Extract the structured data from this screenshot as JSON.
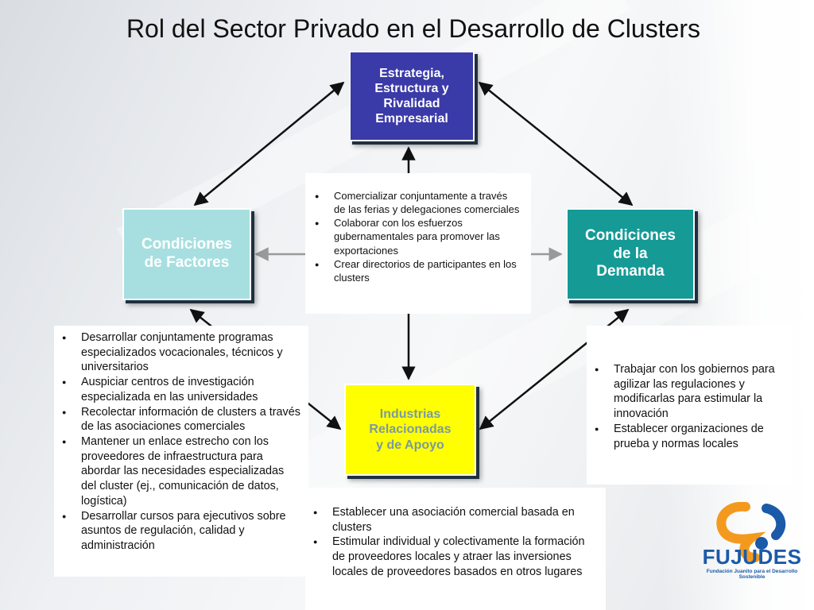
{
  "title": "Rol del Sector Privado en el Desarrollo de Clusters",
  "nodes": {
    "top": [
      "Estrategia,",
      "Estructura y",
      "Rivalidad",
      "Empresarial"
    ],
    "left": [
      "Condiciones",
      "de Factores"
    ],
    "right": [
      "Condiciones",
      "de la",
      "Demanda"
    ],
    "bottom": [
      "Industrias",
      "Relacionadas",
      "y de Apoyo"
    ]
  },
  "center_box": {
    "items": [
      "Comercializar conjuntamente a través de las ferias y delegaciones comerciales",
      "Colaborar con los esfuerzos gubernamentales para promover las exportaciones",
      "Crear directorios de participantes en los clusters"
    ]
  },
  "left_box": {
    "items": [
      "Desarrollar conjuntamente programas especializados vocacionales, técnicos y universitarios",
      "Auspiciar centros de investigación especializada en las universidades",
      "Recolectar información de clusters a través de las asociaciones comerciales",
      "Mantener un enlace estrecho con los proveedores de infraestructura para abordar las necesidades especializadas del cluster (ej., comunicación de datos, logística)",
      "Desarrollar cursos para ejecutivos sobre asuntos de regulación, calidad y administración"
    ]
  },
  "right_box": {
    "items": [
      "Trabajar con los gobiernos para agilizar las regulaciones y modificarlas para estimular la innovación",
      "Establecer organizaciones de prueba y normas locales"
    ]
  },
  "bottom_box": {
    "items": [
      "Establecer una asociación comercial basada en clusters",
      "Estimular individual y colectivamente la formación de proveedores locales y atraer las inversiones locales de proveedores basados en otros lugares"
    ]
  },
  "logo": {
    "name": "FUJUDES",
    "subtitle": "Fundación Juanito para el Desarrollo Sostenible"
  },
  "colors": {
    "top_node": "#3a3aa8",
    "left_node": "#a7dfe0",
    "right_node": "#159a96",
    "bottom_node": "#ffff00",
    "logo_orange": "#f39a1e",
    "logo_blue": "#1a5aa8"
  }
}
